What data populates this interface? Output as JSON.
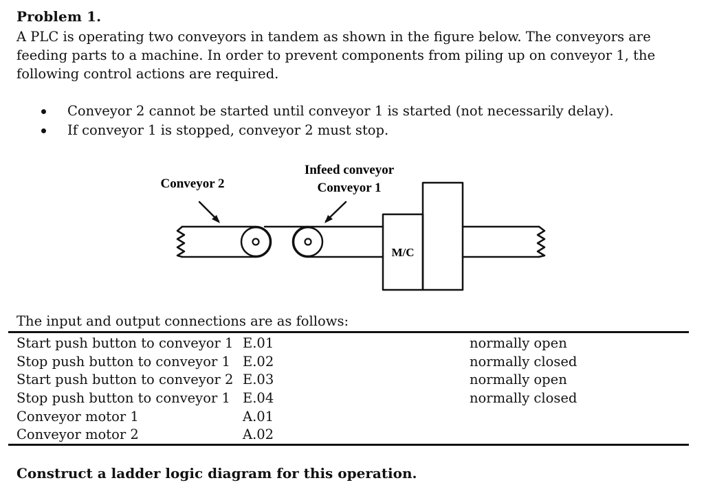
{
  "problem": {
    "title": "Problem 1.",
    "intro": "A PLC is operating two conveyors in tandem as shown in the figure below. The conveyors are feeding parts to a machine. In order to prevent components from piling up on conveyor 1, the following control actions are required.",
    "bullets": [
      "Conveyor 2 cannot be started until conveyor 1 is started (not necessarily delay).",
      "If conveyor 1 is stopped, conveyor 2 must stop."
    ]
  },
  "diagram": {
    "label_conveyor2": "Conveyor 2",
    "label_infeed_line1": "Infeed conveyor",
    "label_infeed_line2": "Conveyor 1",
    "machine_label": "M/C"
  },
  "io": {
    "caption": "The input and output connections are as follows:",
    "rows": [
      {
        "name": "Start push button to conveyor 1",
        "address": "E.01",
        "type": "normally open"
      },
      {
        "name": "Stop push button to conveyor 1",
        "address": "E.02",
        "type": "normally closed"
      },
      {
        "name": "Start push button to conveyor 2",
        "address": "E.03",
        "type": "normally open"
      },
      {
        "name": "Stop push button to conveyor 1",
        "address": "E.04",
        "type": "normally closed"
      },
      {
        "name": "Conveyor motor 1",
        "address": "A.01",
        "type": ""
      },
      {
        "name": "Conveyor motor 2",
        "address": "A.02",
        "type": ""
      }
    ]
  },
  "conclusion": "Construct a ladder logic diagram for this operation."
}
